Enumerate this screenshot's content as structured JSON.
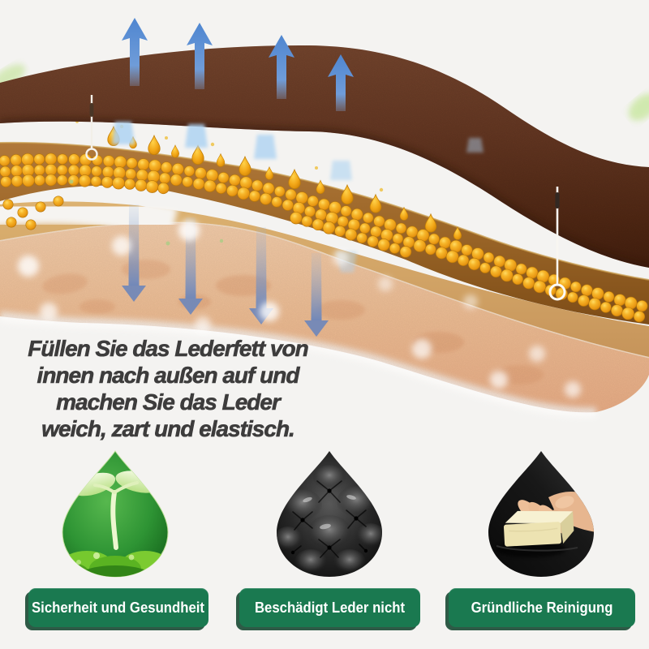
{
  "caption": {
    "lines": [
      "Füllen Sie das Lederfett von",
      "innen nach außen auf und",
      "machen Sie das Leder",
      "weich, zart und elastisch."
    ]
  },
  "features": [
    {
      "icon": "seedling-droplet-icon",
      "label": "Sicherheit und Gesundheit"
    },
    {
      "icon": "leather-sofa-droplet-icon",
      "label": "Beschädigt Leder nicht"
    },
    {
      "icon": "sponge-hand-droplet-icon",
      "label": "Gründliche Reinigung"
    }
  ],
  "colors": {
    "background": "#f4f3f1",
    "caption_text": "#3d3c3c",
    "badge_background": "#1a7950",
    "badge_shadow": "#0d4a30",
    "badge_text": "#ffffff",
    "leather_top_layer": "#653420",
    "fat_layer": "#9a6527",
    "bead_gold": "#f2a81d",
    "corium_tan": "#d2a263",
    "base_peach": "#f2c29c",
    "arrow_up_blue": "#5c8fd3",
    "arrow_light_blue": "#aed3f2",
    "arrow_down_slate": "#7e95c2"
  }
}
